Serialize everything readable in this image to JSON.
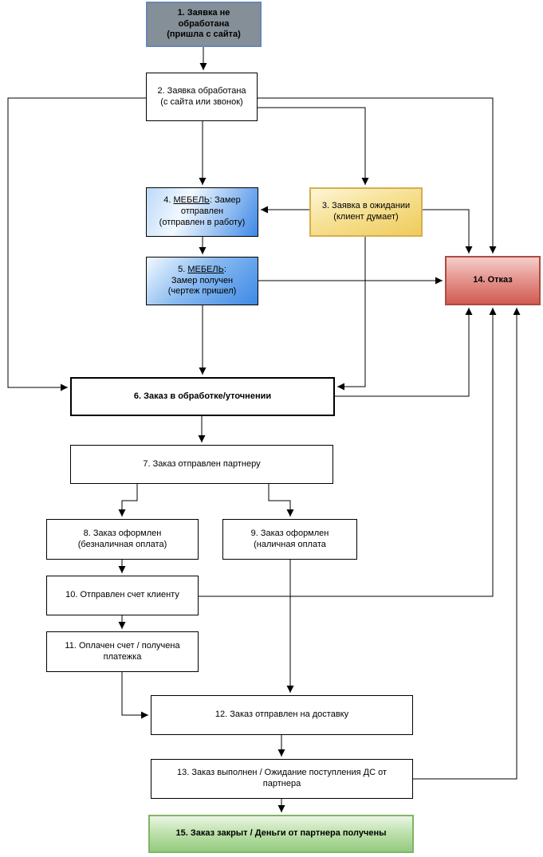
{
  "diagram": {
    "type": "flowchart",
    "background": "#ffffff",
    "nodes": {
      "n1": {
        "id": "1",
        "label": "1. Заявка не\nобработана\n(пришла с сайта)"
      },
      "n2": {
        "id": "2",
        "label": "2. Заявка обработана\n(с сайта или звонок)"
      },
      "n3": {
        "id": "3",
        "label": "3. Заявка в ожидании\n(клиент думает)"
      },
      "n4": {
        "id": "4",
        "prefix": "4. ",
        "underlined": "МЕБЕЛЬ",
        "rest": ": Замер\nотправлен\n(отправлен в работу)"
      },
      "n5": {
        "id": "5",
        "prefix": "5. ",
        "underlined": "МЕБЕЛЬ",
        "rest": ":\nЗамер получен\n(чертеж пришел)"
      },
      "n6": {
        "id": "6",
        "label": "6. Заказ в обработке/уточнении"
      },
      "n7": {
        "id": "7",
        "label": "7. Заказ отправлен партнеру"
      },
      "n8": {
        "id": "8",
        "label": "8. Заказ оформлен\n(безналичная оплата)"
      },
      "n9": {
        "id": "9",
        "label": "9. Заказ оформлен\n(наличная оплата"
      },
      "n10": {
        "id": "10",
        "label": "10. Отправлен счет клиенту"
      },
      "n11": {
        "id": "11",
        "label": "11. Оплачен счет / получена\nплатежка"
      },
      "n12": {
        "id": "12",
        "label": "12. Заказ отправлен на доставку"
      },
      "n13": {
        "id": "13",
        "label": "13. Заказ выполнен / Ожидание поступления ДС от\nпартнера"
      },
      "n14": {
        "id": "14",
        "label": "14. Отказ"
      },
      "n15": {
        "id": "15",
        "label": "15. Заказ закрыт / Деньги от партнера получены"
      }
    },
    "edges": [
      {
        "from": "1",
        "to": "2"
      },
      {
        "from": "2",
        "to": "4"
      },
      {
        "from": "2",
        "to": "3"
      },
      {
        "from": "2",
        "to": "14"
      },
      {
        "from": "2",
        "to": "6"
      },
      {
        "from": "3",
        "to": "4"
      },
      {
        "from": "3",
        "to": "14"
      },
      {
        "from": "3",
        "to": "6"
      },
      {
        "from": "4",
        "to": "5"
      },
      {
        "from": "5",
        "to": "6"
      },
      {
        "from": "5",
        "to": "14"
      },
      {
        "from": "6",
        "to": "7"
      },
      {
        "from": "6",
        "to": "14"
      },
      {
        "from": "7",
        "to": "8"
      },
      {
        "from": "7",
        "to": "9"
      },
      {
        "from": "8",
        "to": "10"
      },
      {
        "from": "10",
        "to": "11"
      },
      {
        "from": "10",
        "to": "14"
      },
      {
        "from": "11",
        "to": "12"
      },
      {
        "from": "9",
        "to": "12"
      },
      {
        "from": "12",
        "to": "13"
      },
      {
        "from": "13",
        "to": "14"
      },
      {
        "from": "13",
        "to": "15"
      }
    ],
    "colors": {
      "edge": "#000000",
      "node1_fill": "#848f98",
      "node1_border": "#6b86b5",
      "node3_fill_light": "#fdf6d8",
      "node3_fill_dark": "#f0cb5c",
      "node3_border": "#d4af4f",
      "node_blue_light": "#f2f9ff",
      "node_blue_dark": "#3e89e6",
      "node14_fill_light": "#f6cdca",
      "node14_fill_dark": "#d15b51",
      "node14_border": "#ae4a42",
      "node15_fill_light": "#eaf5e4",
      "node15_fill_dark": "#94cb7e",
      "node15_border": "#82b366",
      "plain_fill": "#ffffff",
      "plain_border": "#000000"
    }
  }
}
